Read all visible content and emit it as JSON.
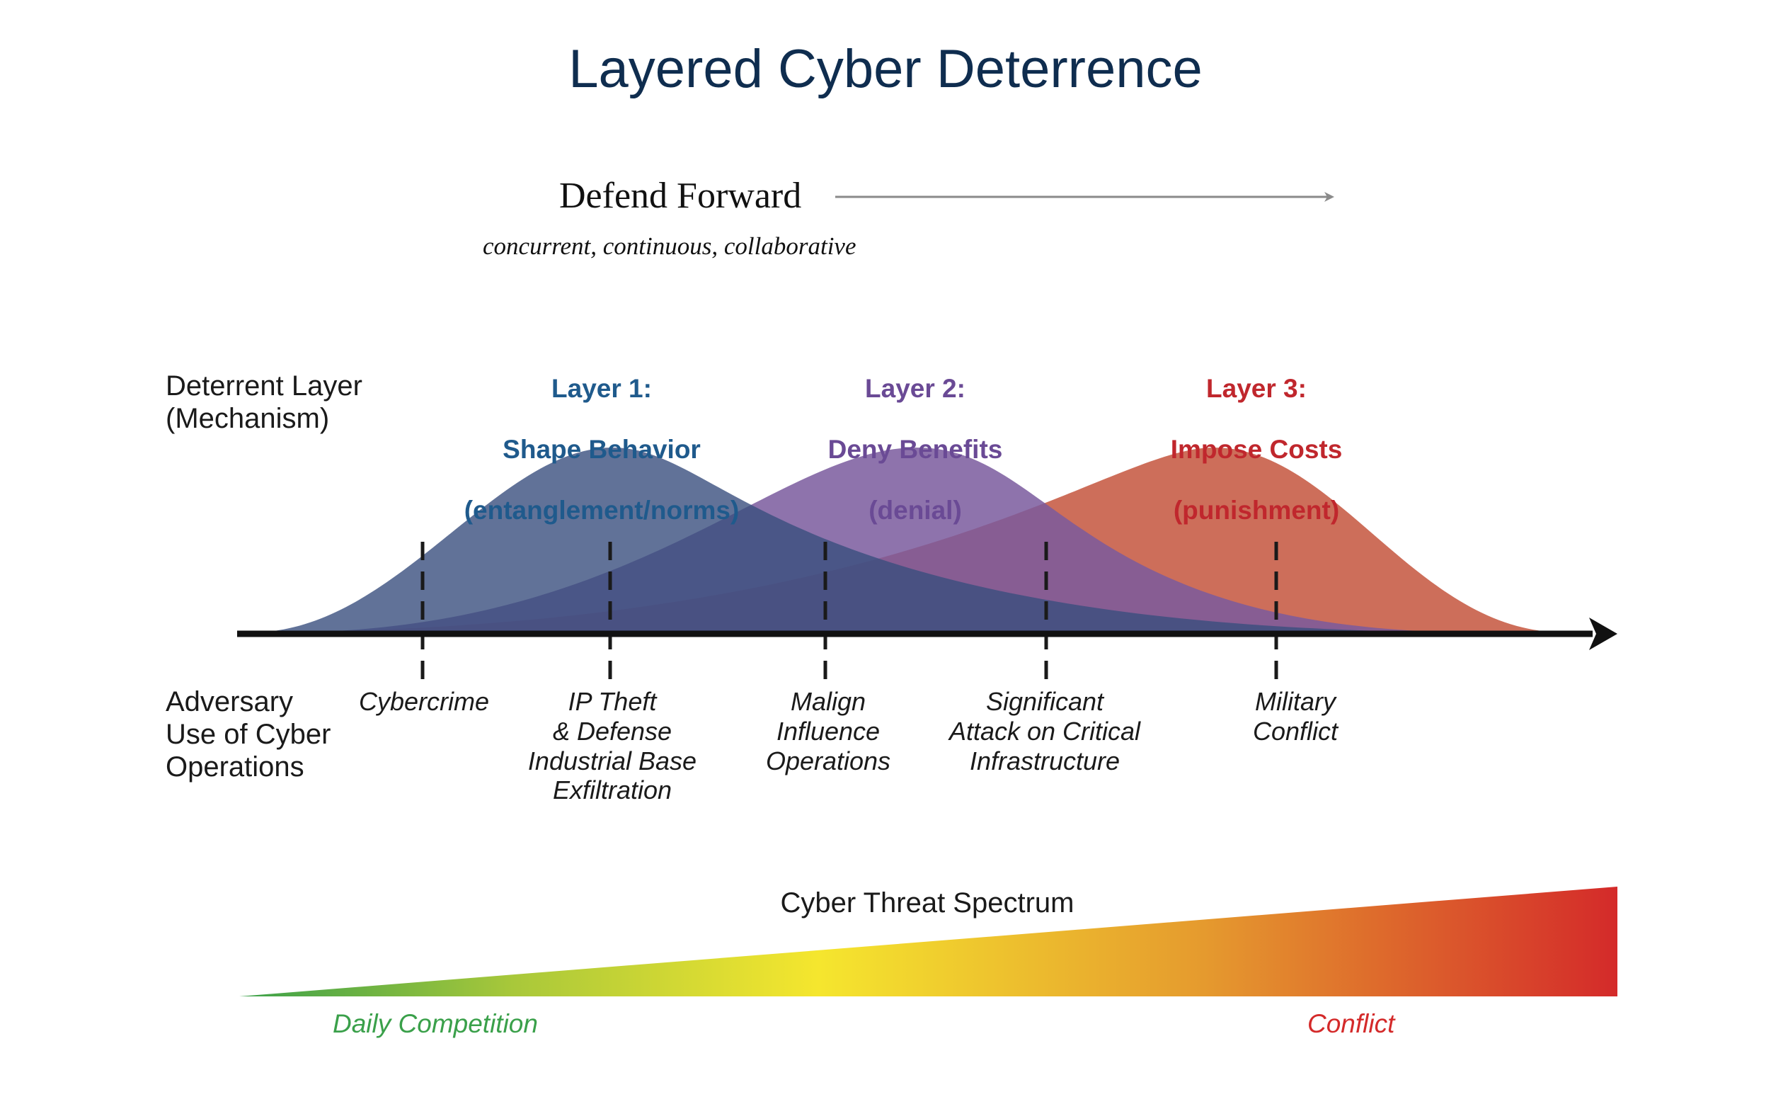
{
  "title": "Layered Cyber Deterrence",
  "defend_forward": {
    "label": "Defend Forward",
    "subtitle": "concurrent, continuous, collaborative"
  },
  "row_labels": {
    "deterrent_layer": "Deterrent Layer\n(Mechanism)",
    "adversary_use": "Adversary\nUse of Cyber\nOperations"
  },
  "layers": [
    {
      "title": "Layer 1:",
      "name": "Shape Behavior",
      "mechanism": "(entanglement/norms)",
      "color": "#1f5a8c",
      "fill": "#3a4f7e"
    },
    {
      "title": "Layer 2:",
      "name": "Deny Benefits",
      "mechanism": "(denial)",
      "color": "#6a4a95",
      "fill": "#7a5a9e"
    },
    {
      "title": "Layer 3:",
      "name": "Impose Costs",
      "mechanism": "(punishment)",
      "color": "#c0272d",
      "fill": "#c4553d"
    }
  ],
  "operations": [
    {
      "label": "Cybercrime"
    },
    {
      "label": "IP Theft\n& Defense\nIndustrial Base\nExfiltration"
    },
    {
      "label": "Malign\nInfluence\nOperations"
    },
    {
      "label": "Significant\nAttack on Critical\nInfrastructure"
    },
    {
      "label": "Military\nConflict"
    }
  ],
  "spectrum": {
    "label": "Cyber Threat Spectrum",
    "low_label": "Daily Competition",
    "high_label": "Conflict",
    "low_color": "#3aa04a",
    "mid_color": "#f5e62e",
    "high_color": "#d42a2a"
  }
}
